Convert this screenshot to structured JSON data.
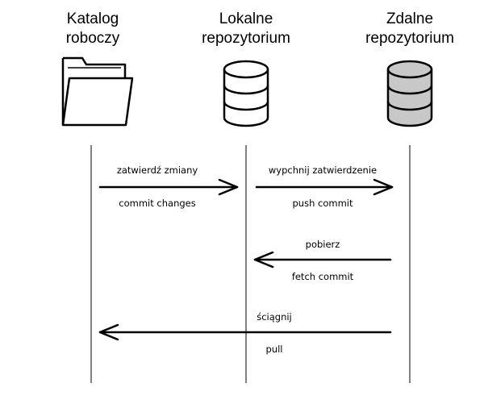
{
  "participants": [
    {
      "id": "working",
      "label_line1": "Katalog",
      "label_line2": "roboczy",
      "icon": "folder-icon"
    },
    {
      "id": "local",
      "label_line1": "Lokalne",
      "label_line2": "repozytorium",
      "icon": "database-icon"
    },
    {
      "id": "remote",
      "label_line1": "Zdalne",
      "label_line2": "repozytorium",
      "icon": "database-icon"
    }
  ],
  "messages": [
    {
      "from": "working",
      "to": "local",
      "label_above": "zatwierdź zmiany",
      "label_below": "commit changes"
    },
    {
      "from": "local",
      "to": "remote",
      "label_above": "wypchnij zatwierdzenie",
      "label_below": "push commit"
    },
    {
      "from": "remote",
      "to": "local",
      "label_above": "pobierz",
      "label_below": "fetch commit"
    },
    {
      "from": "remote",
      "to": "working",
      "label_above": "ściągnij",
      "label_below": "pull"
    }
  ],
  "colors": {
    "line": "#000000",
    "remote_db_fill": "#c8c8c8",
    "local_db_fill": "#ffffff"
  }
}
